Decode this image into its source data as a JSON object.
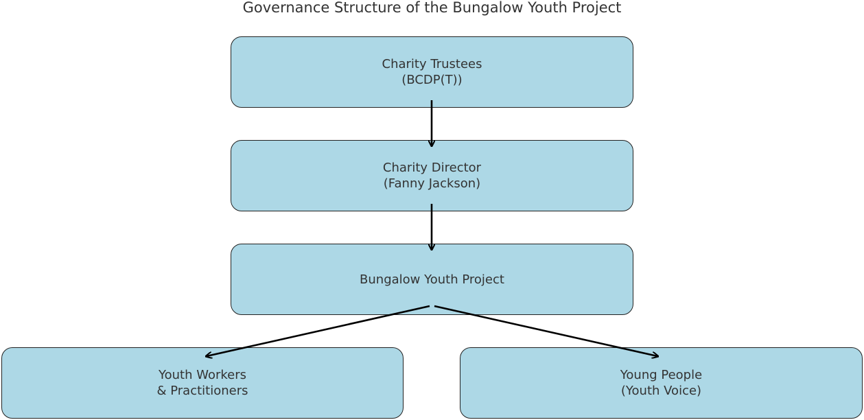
{
  "title": "Governance Structure of the Bungalow Youth Project",
  "colors": {
    "node_fill": "#add8e6",
    "node_border": "#222222",
    "text": "#333333",
    "arrow": "#000000"
  },
  "nodes": {
    "trustees": {
      "label": "Charity Trustees\n(BCDP(T))"
    },
    "director": {
      "label": "Charity Director\n(Fanny Jackson)"
    },
    "project": {
      "label": "Bungalow Youth Project"
    },
    "workers": {
      "label": "Youth Workers\n& Practitioners"
    },
    "young_people": {
      "label": "Young People\n(Youth Voice)"
    }
  },
  "edges": [
    {
      "from": "trustees",
      "to": "director"
    },
    {
      "from": "director",
      "to": "project"
    },
    {
      "from": "project",
      "to": "workers"
    },
    {
      "from": "project",
      "to": "young_people"
    }
  ]
}
